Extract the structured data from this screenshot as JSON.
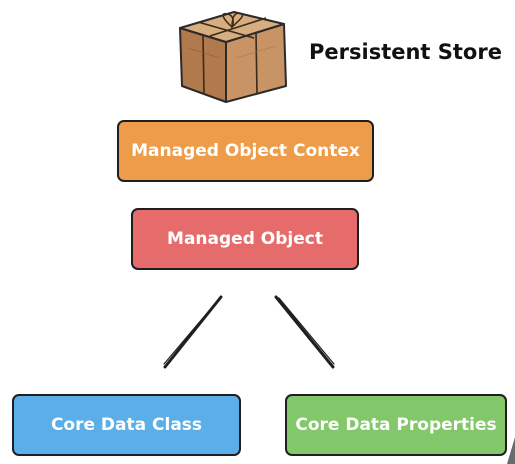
{
  "store": {
    "label": "Persistent Store"
  },
  "boxes": {
    "context": {
      "label": "Managed Object Contex",
      "color": "#ef9c4a"
    },
    "object": {
      "label": "Managed Object",
      "color": "#e66b6b"
    },
    "class": {
      "label": "Core Data Class",
      "color": "#5caee8"
    },
    "properties": {
      "label": "Core Data Properties",
      "color": "#82c86a"
    }
  },
  "icons": {
    "package": "package-icon"
  }
}
